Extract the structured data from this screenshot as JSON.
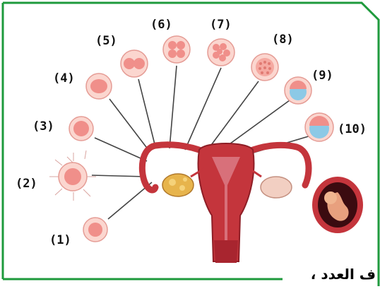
{
  "stage_labels": [
    {
      "id": 1,
      "text": "(1)"
    },
    {
      "id": 2,
      "text": "(2)"
    },
    {
      "id": 3,
      "text": "(3)"
    },
    {
      "id": 4,
      "text": "(4)"
    },
    {
      "id": 5,
      "text": "(5)"
    },
    {
      "id": 6,
      "text": "(6)"
    },
    {
      "id": 7,
      "text": "(7)"
    },
    {
      "id": 8,
      "text": "(8)"
    },
    {
      "id": 9,
      "text": "(9)"
    },
    {
      "id": 10,
      "text": "(10)"
    }
  ],
  "caption_fragment": "ف العدد ،",
  "colors": {
    "frame": "#1e9a3c",
    "uterus": "#c4353c",
    "uterus_dark": "#8e1e26",
    "uterus_inner": "#d8707a",
    "ovary": "#f2cfc2",
    "follicle": "#e7b44c",
    "cell": "#f08f8a",
    "cell_light": "#fbd6cf",
    "blastocyst": "#8cc9e6",
    "leader": "#444444"
  },
  "icons": [
    "uterus-icon",
    "ovary-icon",
    "embryo-icon",
    "cell-icon"
  ]
}
